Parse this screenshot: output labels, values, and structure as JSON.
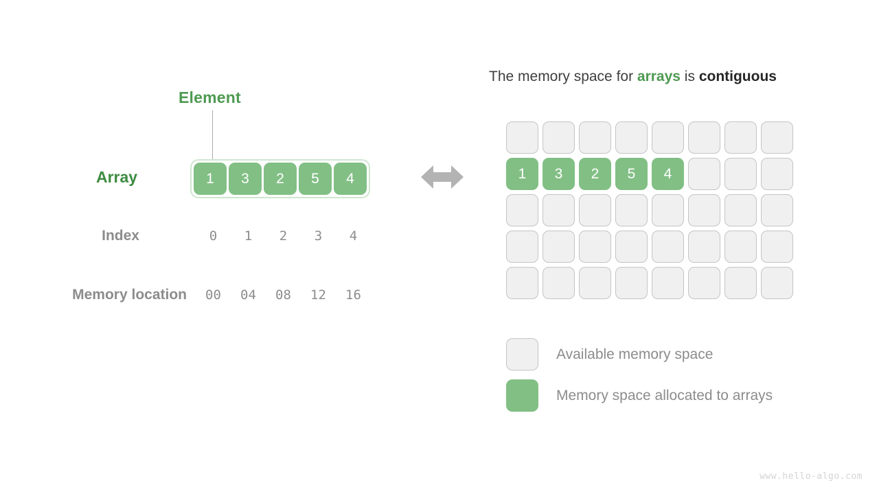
{
  "left_panel": {
    "element_label": "Element",
    "array_label": "Array",
    "index_label": "Index",
    "memory_label": "Memory location",
    "array_values": [
      "1",
      "3",
      "2",
      "5",
      "4"
    ],
    "index_values": [
      "0",
      "1",
      "2",
      "3",
      "4"
    ],
    "memory_values": [
      "00",
      "04",
      "08",
      "12",
      "16"
    ],
    "arrow_icon": "double-headed-horizontal-arrow"
  },
  "right_panel": {
    "title": {
      "part1": "The memory space for ",
      "highlight_green": "arrays",
      "part2": " is ",
      "highlight_bold": "contiguous"
    },
    "grid": {
      "columns": 8,
      "rows": 5,
      "filled_row_index": 1,
      "filled_values": [
        "1",
        "3",
        "2",
        "5",
        "4"
      ]
    },
    "legend": [
      {
        "swatch": "available",
        "label": "Available memory space"
      },
      {
        "swatch": "allocated",
        "label": "Memory space allocated to arrays"
      }
    ]
  },
  "watermark": "www.hello-algo.com",
  "colors": {
    "green_fill": "#82bf85",
    "green_text_strong": "#3d8b41",
    "green_text": "#4e9a52",
    "gray_label": "#8c8c8c",
    "gray_cell": "#f0f0f0",
    "gray_border": "#c4c4c4",
    "arrow_gray": "#b3b3b3"
  }
}
